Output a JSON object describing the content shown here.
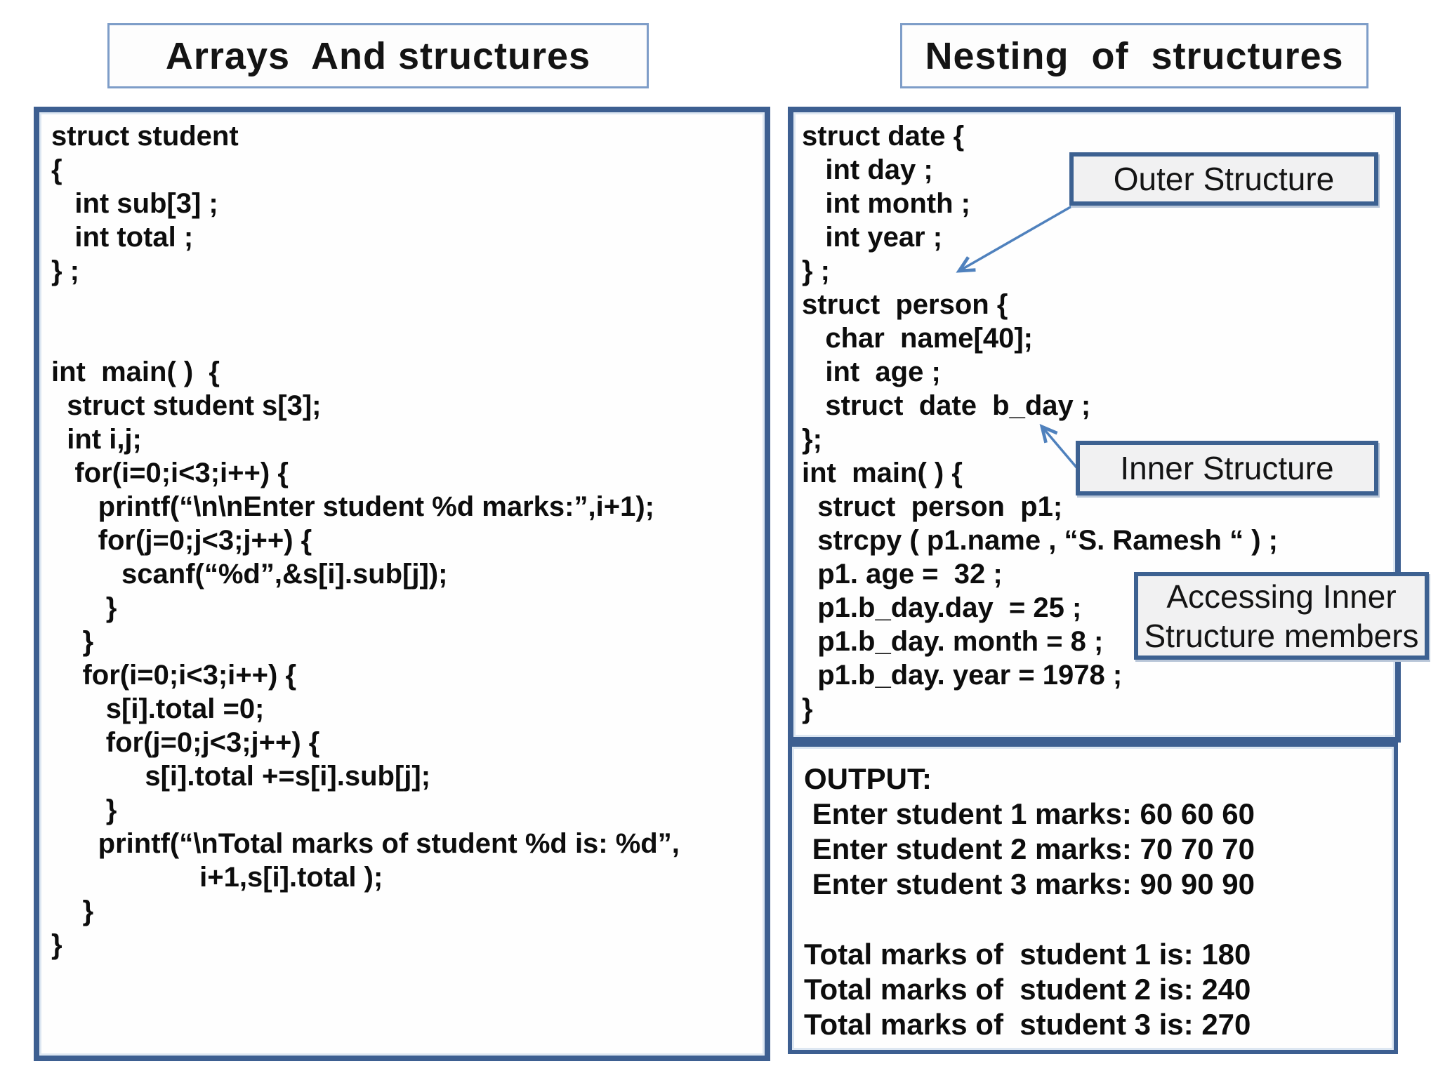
{
  "page": {
    "background": "#ffffff",
    "box_border_color": "#3d5f91",
    "title_border_color": "#7e9dc8",
    "callout_bg": "#f1f1f2",
    "arrow_color": "#4f81bd",
    "text_color": "#0d0d0d"
  },
  "left_panel": {
    "title": "Arrays  And structures",
    "code": [
      "struct student",
      "{",
      "   int sub[3] ;",
      "   int total ;",
      "} ;",
      "",
      "",
      "int  main( )  {",
      "  struct student s[3];",
      "  int i,j;",
      "   for(i=0;i<3;i++) {",
      "      printf(“\\n\\nEnter student %d marks:”,i+1);",
      "      for(j=0;j<3;j++) {",
      "         scanf(“%d”,&s[i].sub[j]);",
      "       }",
      "    }",
      "    for(i=0;i<3;i++) {",
      "       s[i].total =0;",
      "       for(j=0;j<3;j++) {",
      "            s[i].total +=s[i].sub[j];",
      "       }",
      "      printf(“\\nTotal marks of student %d is: %d”,",
      "                   i+1,s[i].total );",
      "    }",
      "}"
    ]
  },
  "right_panel": {
    "title": "Nesting  of  structures",
    "code": [
      "struct date {",
      "   int day ;",
      "   int month ;",
      "   int year ;",
      "} ;",
      "struct  person {",
      "   char  name[40];",
      "   int  age ;",
      "   struct  date  b_day ;",
      "};",
      "int  main( ) {",
      "  struct  person  p1;",
      "  strcpy ( p1.name , “S. Ramesh “ ) ;",
      "  p1. age =  32 ;",
      "  p1.b_day.day  = 25 ;",
      "  p1.b_day. month = 8 ;",
      "  p1.b_day. year = 1978 ;",
      "}"
    ],
    "callouts": {
      "outer_label": "Outer Structure",
      "inner_label": "Inner Structure",
      "accessing_line1": "Accessing Inner",
      "accessing_line2": "Structure members"
    }
  },
  "output_panel": {
    "lines": [
      "OUTPUT:",
      " Enter student 1 marks: 60 60 60",
      " Enter student 2 marks: 70 70 70",
      " Enter student 3 marks: 90 90 90",
      "",
      "Total marks of  student 1 is: 180",
      "Total marks of  student 2 is: 240",
      "Total marks of  student 3 is: 270"
    ]
  }
}
